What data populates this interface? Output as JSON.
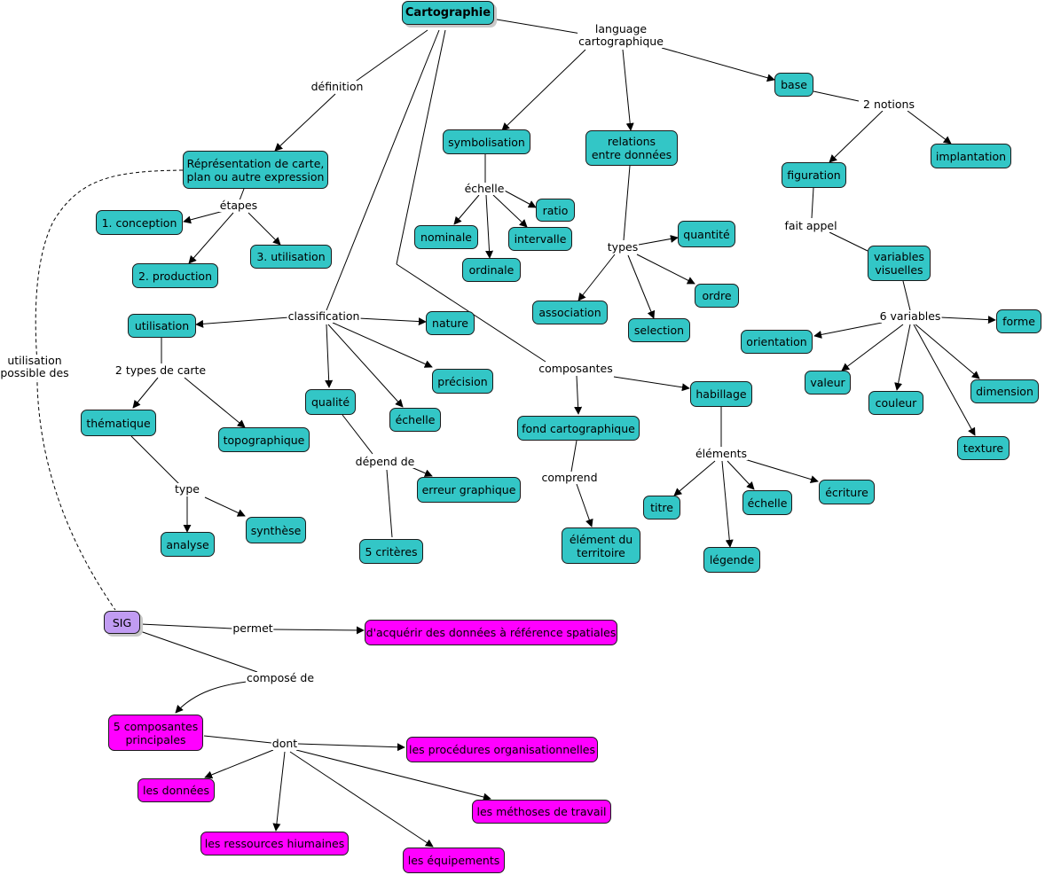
{
  "nodes": {
    "cartographie": "Cartographie",
    "representation": "Réprésentation de carte,\nplan ou autre expression",
    "conception": "1. conception",
    "production": "2. production",
    "utilisation3": "3. utilisation",
    "utilisation": "utilisation",
    "thematique": "thématique",
    "topographique": "topographique",
    "analyse": "analyse",
    "synthese": "synthèse",
    "nature": "nature",
    "precision": "précision",
    "qualite": "qualité",
    "echelle_c": "échelle",
    "erreur": "erreur graphique",
    "criteres": "5 critères",
    "symbolisation": "symbolisation",
    "ratio": "ratio",
    "nominale": "nominale",
    "intervalle": "intervalle",
    "ordinale": "ordinale",
    "relations": "relations\nentre données",
    "quantite": "quantité",
    "association": "association",
    "ordre": "ordre",
    "selection": "selection",
    "base": "base",
    "figuration": "figuration",
    "implantation": "implantation",
    "variables": "variables\nvisuelles",
    "forme": "forme",
    "orientation": "orientation",
    "valeur": "valeur",
    "couleur": "couleur",
    "dimension": "dimension",
    "texture": "texture",
    "fond": "fond cartographique",
    "element_territoire": "élément du\nterritoire",
    "habillage": "habillage",
    "titre": "titre",
    "echelle_h": "échelle",
    "ecriture": "écriture",
    "legende": "légende",
    "sig": "SIG",
    "acquerir": "d'acquérir des données à référence spatiales",
    "composantes5": "5 composantes\nprincipales",
    "procedures": "les procédures organisationnelles",
    "donnees": "les données",
    "methodes": "les méthoses de travail",
    "ressources": "les ressources hiumaines",
    "equipements": "les équipements"
  },
  "labels": {
    "definition": "définition",
    "etapes": "étapes",
    "classification": "classification",
    "deux_types": "2 types de carte",
    "type": "type",
    "depend": "dépend de",
    "language": "language\ncartographique",
    "echelle_l": "échelle",
    "types": "types",
    "deux_notions": "2 notions",
    "fait_appel": "fait appel",
    "six_variables": "6 variables",
    "composantes": "composantes",
    "comprend": "comprend",
    "elements": "éléments",
    "utilisation_possible": "utilisation\npossible des",
    "permet": "permet",
    "compose": "composé de",
    "dont": "dont"
  },
  "colors": {
    "concept_fill": "#33c6c6",
    "sig_fill": "#c19cf2",
    "sig_detail_fill": "#ff00ff",
    "link": "#000000"
  }
}
